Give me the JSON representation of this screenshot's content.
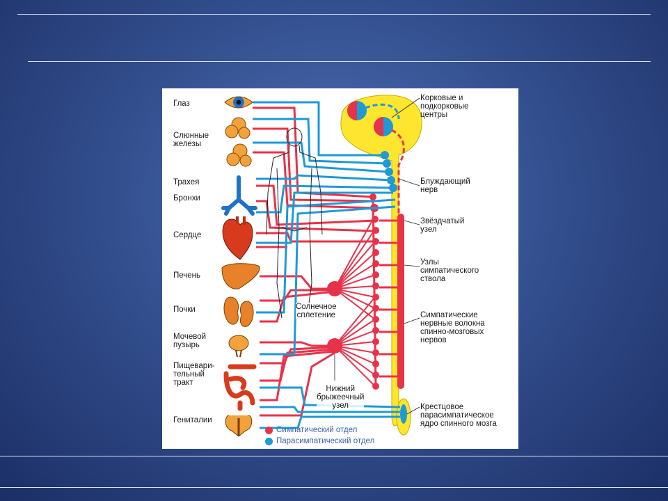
{
  "organs": [
    {
      "key": "eye",
      "label": "Глаз"
    },
    {
      "key": "salivary",
      "label": "Слюнные\nжелезы"
    },
    {
      "key": "trachea",
      "label": "Трахея"
    },
    {
      "key": "bronchi",
      "label": "Бронхи"
    },
    {
      "key": "heart",
      "label": "Сердце"
    },
    {
      "key": "liver",
      "label": "Печень"
    },
    {
      "key": "kidneys",
      "label": "Почки"
    },
    {
      "key": "bladder",
      "label": "Мочевой\nпузырь"
    },
    {
      "key": "digestive",
      "label": "Пищевари-\nтельный\nтракт"
    },
    {
      "key": "genitals",
      "label": "Гениталии"
    }
  ],
  "annotations": {
    "cortical": "Корковые и\nподкорковые\nцентры",
    "vagus": "Блуждающий\nнерв",
    "stellate": "Звёздчатый\nузел",
    "sympathetic_trunk": "Узлы\nсимпатического\nствола",
    "sympathetic_fibers": "Симпатические\nнервные волокна\nспинно-мозговых\nнервов",
    "sacral": "Крестцовое\nпарасимпатическое\nядро спинного мозга",
    "solar_plexus": "Солнечное\nсплетение",
    "mesenteric": "Нижний\nбрыжеечный\nузел"
  },
  "legend": {
    "sympathetic": "Симпатический отдел",
    "parasympathetic": "Парасимпатический отдел"
  },
  "colors": {
    "sympathetic": "#e8324a",
    "parasympathetic": "#1e9ad6",
    "brain": "#ffe62e",
    "organ": "#e8822a",
    "legend_text": "#3b63b0"
  }
}
